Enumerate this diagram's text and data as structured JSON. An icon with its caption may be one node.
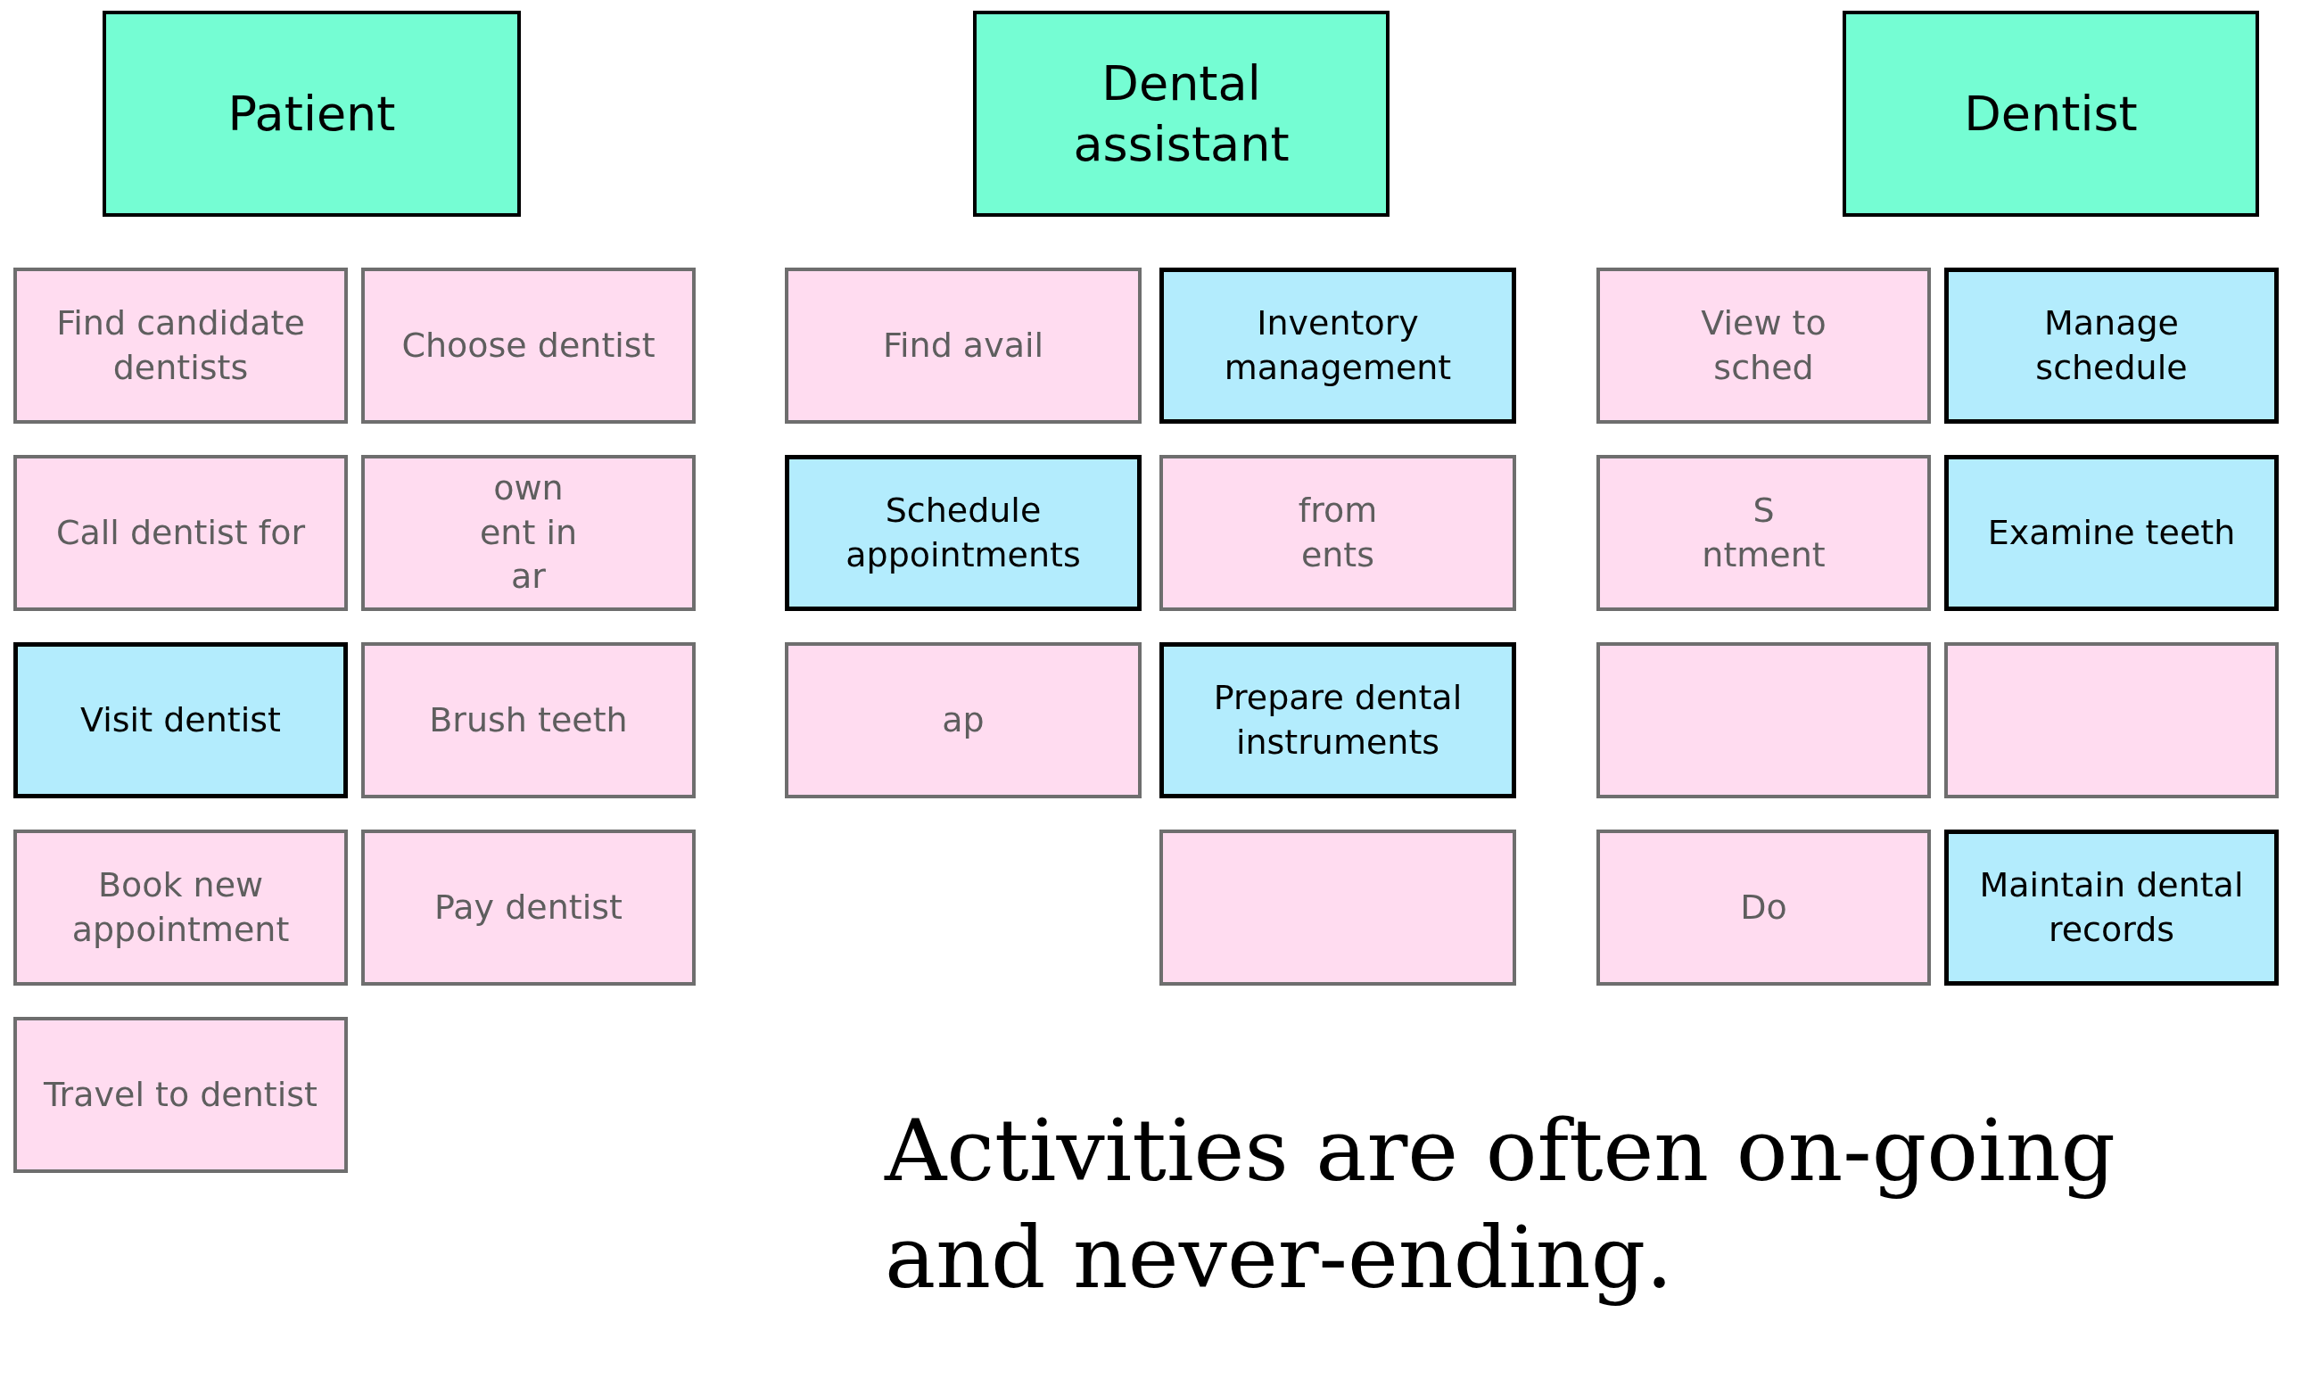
{
  "diagram": {
    "nodes": [
      {
        "text": [
          "Patient"
        ]
      },
      {
        "text": [
          "Dental assistant"
        ]
      },
      {
        "text": [
          "Dentist"
        ]
      },
      {
        "text": [
          "Find candidate dentists"
        ]
      },
      {
        "text": [
          "Choose dentist"
        ]
      },
      {
        "text": [
          "Call dentist for"
        ]
      },
      {
        "text": [
          "own",
          "ent in",
          "ar"
        ]
      },
      {
        "text": [
          "Visit dentist"
        ]
      },
      {
        "text": [
          "Brush teeth"
        ]
      },
      {
        "text": [
          "Book new appointment"
        ]
      },
      {
        "text": [
          "Pay dentist"
        ]
      },
      {
        "text": [
          "Travel to dentist"
        ]
      },
      {
        "text": [
          "Find avail"
        ]
      },
      {
        "text": [
          "from",
          "ents"
        ]
      },
      {
        "text": [
          "ap"
        ]
      },
      {
        "text": [
          "Inventory management"
        ]
      },
      {
        "text": [
          "Schedule appointments"
        ]
      },
      {
        "text": [
          "Prepare dental instruments"
        ]
      },
      {
        "text": [],
        "shape": "box"
      },
      {
        "text": [
          "View to",
          "sched"
        ]
      },
      {
        "text": [
          "S",
          "ntment"
        ]
      },
      {
        "text": [
          "Manage schedule"
        ]
      },
      {
        "text": [
          "Examine teeth"
        ]
      },
      {
        "text": [],
        "shape": "box"
      },
      {
        "text": [],
        "shape": "box"
      },
      {
        "text": [
          "Do"
        ]
      },
      {
        "text": [
          "Maintain dental records"
        ]
      }
    ],
    "labels": [
      "Activities are often on-going and never-ending."
    ]
  }
}
